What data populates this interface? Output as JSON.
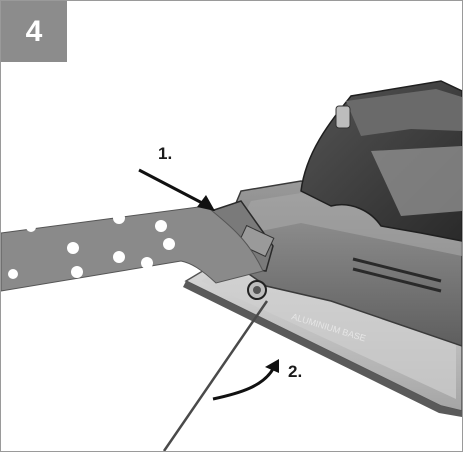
{
  "figure": {
    "step_number": "4",
    "callout_1": "1.",
    "callout_2": "2.",
    "base_label": "ALUMINIUM BASE"
  },
  "colors": {
    "badge": "#8c8c8c",
    "frame": "#9a9a9a",
    "sandpaper": "#8a8a8a",
    "tool_body": "#6e6e6e",
    "tool_dark": "#3a3a3a"
  }
}
